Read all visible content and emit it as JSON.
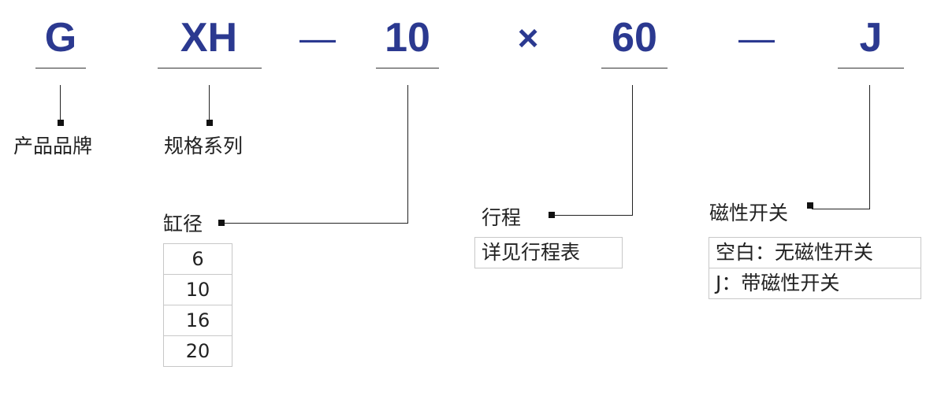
{
  "code_segments": {
    "brand": "G",
    "series": "XH",
    "dash1": "—",
    "bore": "10",
    "times": "×",
    "stroke": "60",
    "dash2": "—",
    "switch": "J"
  },
  "labels": {
    "brand": "产品品牌",
    "series": "规格系列",
    "bore": "缸径",
    "stroke": "行程",
    "switch": "磁性开关"
  },
  "bore_options": [
    "6",
    "10",
    "16",
    "20"
  ],
  "stroke_note": "详见行程表",
  "switch_options": [
    "空白：无磁性开关",
    "J：带磁性开关"
  ],
  "colors": {
    "code_text": "#2b3990",
    "line": "#222222",
    "border": "#c8c8c8"
  }
}
